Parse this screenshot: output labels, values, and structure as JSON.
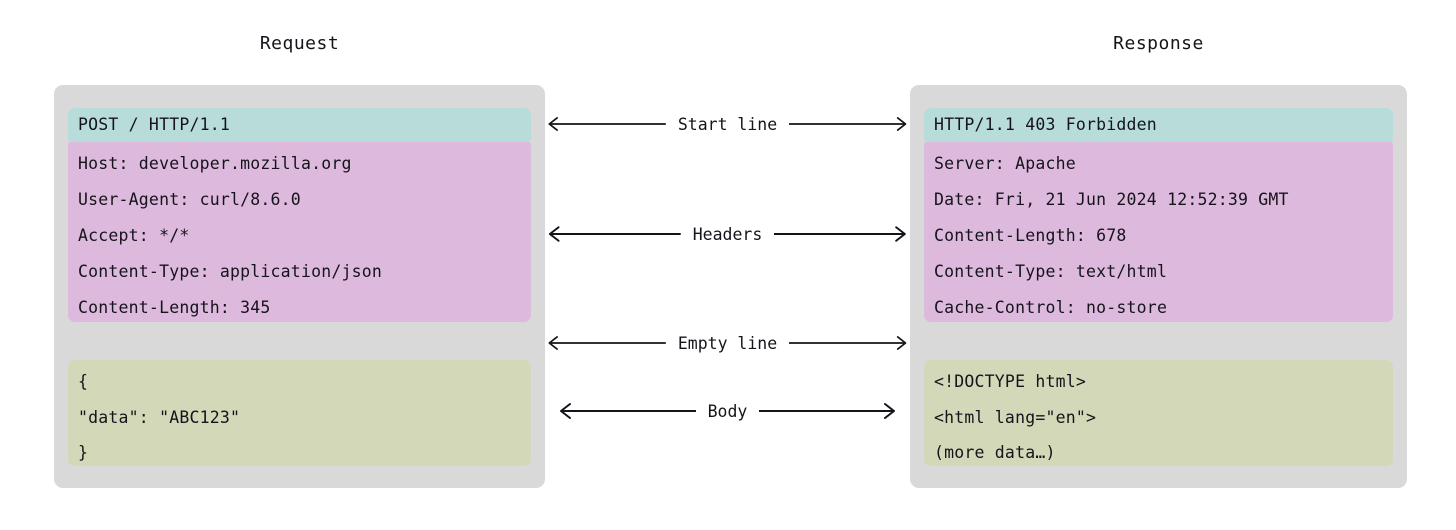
{
  "titles": {
    "request": "Request",
    "response": "Response"
  },
  "colors": {
    "panel_background": "#d9d9d9",
    "start_line": "#b8dcda",
    "headers": "#ddb9de",
    "body": "#d3d8b8",
    "text": "#15141a",
    "page_background": "#ffffff"
  },
  "request": {
    "start_line": "POST / HTTP/1.1",
    "headers": [
      "Host: developer.mozilla.org",
      "User-Agent: curl/8.6.0",
      "Accept: */*",
      "Content-Type: application/json",
      "Content-Length: 345"
    ],
    "body": [
      "{",
      "\"data\": \"ABC123\"",
      "}"
    ]
  },
  "response": {
    "start_line": "HTTP/1.1 403 Forbidden",
    "headers": [
      "Server: Apache",
      "Date: Fri, 21 Jun 2024 12:52:39 GMT",
      "Content-Length: 678",
      "Content-Type: text/html",
      "Cache-Control: no-store"
    ],
    "body": [
      "<!DOCTYPE html>",
      "<html lang=\"en\">",
      "(more data…)"
    ]
  },
  "annotations": [
    {
      "label": "Start line",
      "name": "start-line"
    },
    {
      "label": "Headers",
      "name": "headers"
    },
    {
      "label": "Empty line",
      "name": "empty-line"
    },
    {
      "label": "Body",
      "name": "body"
    }
  ]
}
